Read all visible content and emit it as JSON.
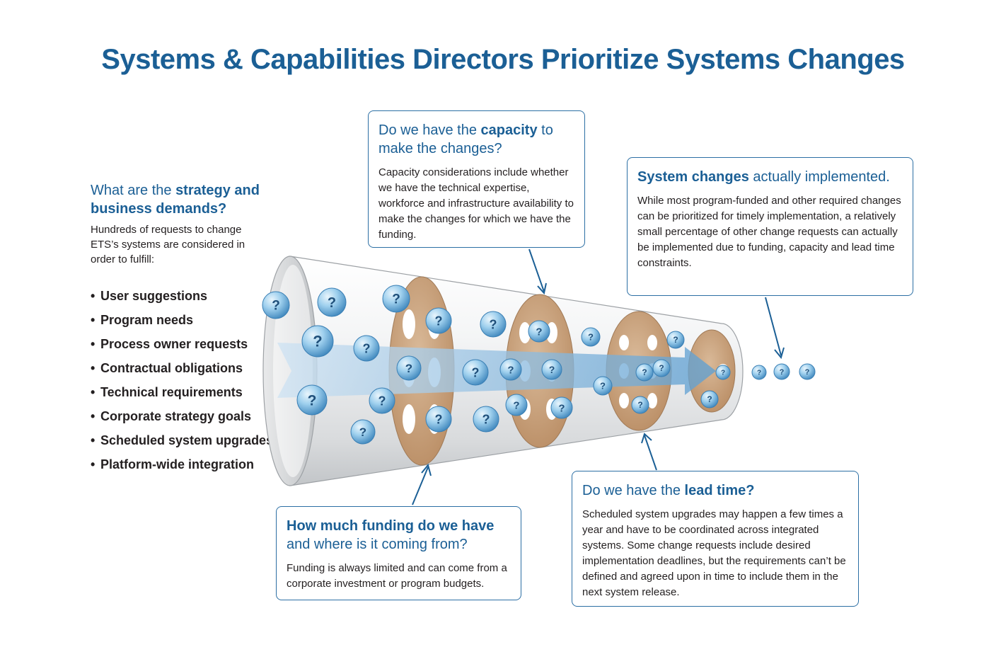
{
  "title": "Systems & Capabilities Directors Prioritize Systems Changes",
  "left": {
    "heading_pre": "What are the ",
    "heading_bold": "strategy and business demands?",
    "body": "Hundreds of requests to change ETS’s systems are considered in order to fulfill:",
    "bullet": "•",
    "items": [
      "User suggestions",
      "Program needs",
      "Process owner requests",
      "Contractual obligations",
      "Technical requirements",
      "Corporate strategy goals",
      "Scheduled system upgrades",
      "Platform-wide integration"
    ]
  },
  "capacity": {
    "heading_pre": "Do we have the ",
    "heading_bold": "capacity",
    "heading_post": " to make the changes?",
    "body": "Capacity considerations include whether we have the technical expertise, workforce and infrastructure availability to make the changes for which we have the funding."
  },
  "implemented": {
    "heading_bold": "System changes",
    "heading_post": " actually implemented.",
    "body": "While most program-funded and other required changes can be prioritized for timely implementation, a relatively small percentage of other change requests can actually be implemented due to funding, capacity and lead time constraints."
  },
  "funding": {
    "heading_bold": "How much funding do we have",
    "heading_post": " and where is it coming from?",
    "body": "Funding is always limited and can come from a corporate investment or program budgets."
  },
  "leadtime": {
    "heading_pre": "Do we have the ",
    "heading_bold": "lead time?",
    "body": "Scheduled system upgrades may happen a few times a year and have to be coordinated across integrated systems. Some change requests include desired implementation deadlines, but the requirements can’t be defined and agreed upon in time to include them in the next system release."
  },
  "bubble_glyph": "?",
  "colors": {
    "title": "#1b5f95",
    "box_border": "#2c6fa4",
    "filter_disc": "#c49a72",
    "bubble": "#5fa8d3",
    "arrow": "#7fb3d9"
  }
}
